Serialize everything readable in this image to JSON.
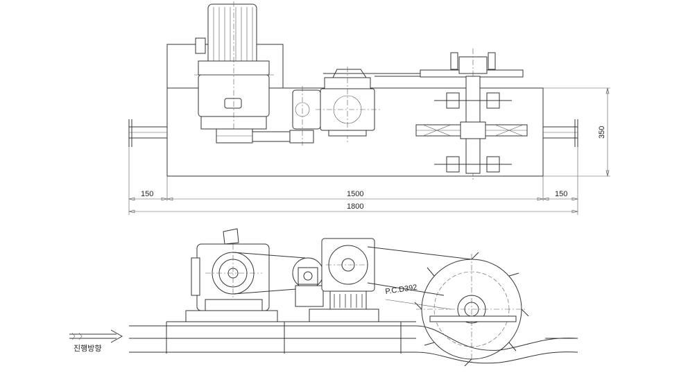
{
  "drawing": {
    "top_view": {
      "dimensions": {
        "left_overhang": "150",
        "frame_length": "1500",
        "right_overhang": "150",
        "overall_length": "1800",
        "width": "350"
      }
    },
    "side_view": {
      "pcd_label": "P.C.D392",
      "direction_label": "진행방향"
    }
  },
  "colors": {
    "line": "#333333",
    "background": "#ffffff"
  }
}
